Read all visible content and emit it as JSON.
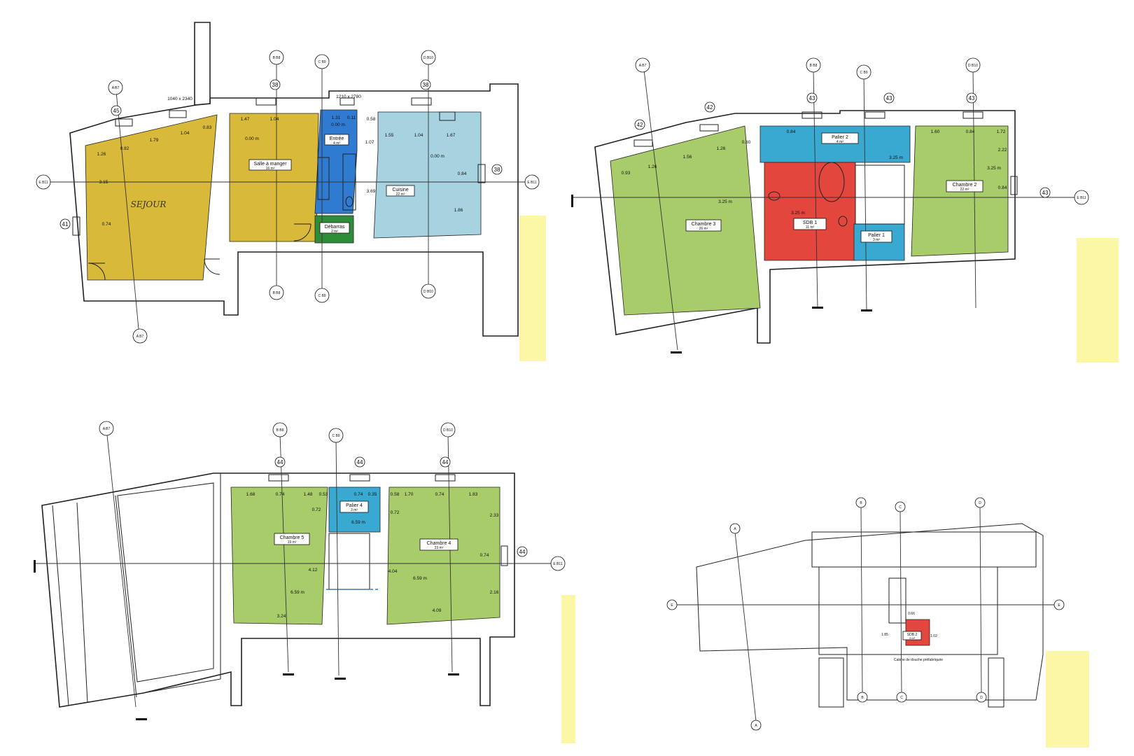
{
  "colors": {
    "yellow_room": "#d8b93a",
    "blue_room": "#2f7bd1",
    "light_blue_room": "#a7d2e0",
    "green_dark_room": "#2f8d39",
    "green_room": "#a8cc6a",
    "cyan_room": "#3aa9d1",
    "red_room": "#e2463d",
    "note_yellow": "#fbf7a6"
  },
  "plans": {
    "ground": {
      "rooms": [
        {
          "name": "SEJOUR",
          "area": ""
        },
        {
          "name": "Salle à manger",
          "area": "16 m²"
        },
        {
          "name": "Entrée",
          "area": "4 m²"
        },
        {
          "name": "Cuisine",
          "area": "22 m²"
        },
        {
          "name": "Débarras",
          "area": "2 m²"
        }
      ],
      "levels": [
        "0.00 m",
        "0.00 m",
        "0.00 m"
      ],
      "dims": [
        "1.47",
        "1.04",
        "1.26",
        "0.82",
        "1.79",
        "1.04",
        "0.83",
        "1.31",
        "0.11",
        "0.58",
        "1.55",
        "1.04",
        "1.67",
        "1.07",
        "3.15",
        "0.74",
        "3.69",
        "0.84",
        "1.86"
      ],
      "openings": [
        "1040 x 2340",
        "1210 x 2780"
      ],
      "sections": [
        "45",
        "38",
        "38",
        "41",
        "38"
      ],
      "bubbles": [
        "A B7",
        "B B8",
        "C B9",
        "D B10",
        "E B11"
      ]
    },
    "first": {
      "rooms": [
        {
          "name": "Chambre 3",
          "area": "26 m²"
        },
        {
          "name": "Palier 2",
          "area": "4 m²"
        },
        {
          "name": "SDB 1",
          "area": "11 m²"
        },
        {
          "name": "Palier 1",
          "area": "3 m²"
        },
        {
          "name": "Chambre 2",
          "area": "22 m²"
        }
      ],
      "levels": [
        "3.25 m",
        "3.25 m",
        "3.25 m",
        "3.25 m"
      ],
      "dims": [
        "0.93",
        "1.26",
        "1.56",
        "1.26",
        "0.80",
        "0.84",
        "1.60",
        "0.84",
        "1.72",
        "2.22",
        "0.84"
      ],
      "sections": [
        "42",
        "42",
        "43",
        "43",
        "43",
        "43"
      ],
      "bubbles": [
        "A B7",
        "B B8",
        "C B9",
        "D B10",
        "E B11"
      ]
    },
    "second": {
      "rooms": [
        {
          "name": "Chambre 5",
          "area": "19 m²"
        },
        {
          "name": "Palier 4",
          "area": "3 m²"
        },
        {
          "name": "Chambre 4",
          "area": "23 m²"
        }
      ],
      "levels": [
        "6.59 m",
        "6.59 m",
        "6.59 m"
      ],
      "dims": [
        "1.68",
        "0.74",
        "1.48",
        "0.53",
        "0.74",
        "0.35",
        "0.58",
        "1.70",
        "0.74",
        "1.83",
        "0.72",
        "0.72",
        "2.33",
        "4.12",
        "4.04",
        "0.74",
        "2.16",
        "3.24",
        "4.09"
      ],
      "sections": [
        "44",
        "44",
        "44",
        "44"
      ],
      "bubbles": [
        "A B7",
        "B B8",
        "C B9",
        "D B10",
        "E B11"
      ]
    },
    "attic": {
      "rooms": [
        {
          "name": "SDB 2",
          "area": "3 m²"
        }
      ],
      "caption": "Cabine de douche préfabriquée",
      "dims": [
        "0.66",
        "1.85",
        "1.02"
      ],
      "bubbles": [
        "A",
        "B",
        "C",
        "D",
        "E"
      ]
    }
  }
}
